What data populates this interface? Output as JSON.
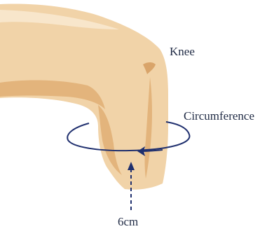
{
  "labels": {
    "knee": "Knee",
    "circumference": "Circumference",
    "distance": "6cm"
  },
  "colors": {
    "skin": "#F1D3A8",
    "skin_highlight": "#F8E6CB",
    "skin_shadow": "#E3B47C",
    "annotation": "#1F2F6E"
  }
}
